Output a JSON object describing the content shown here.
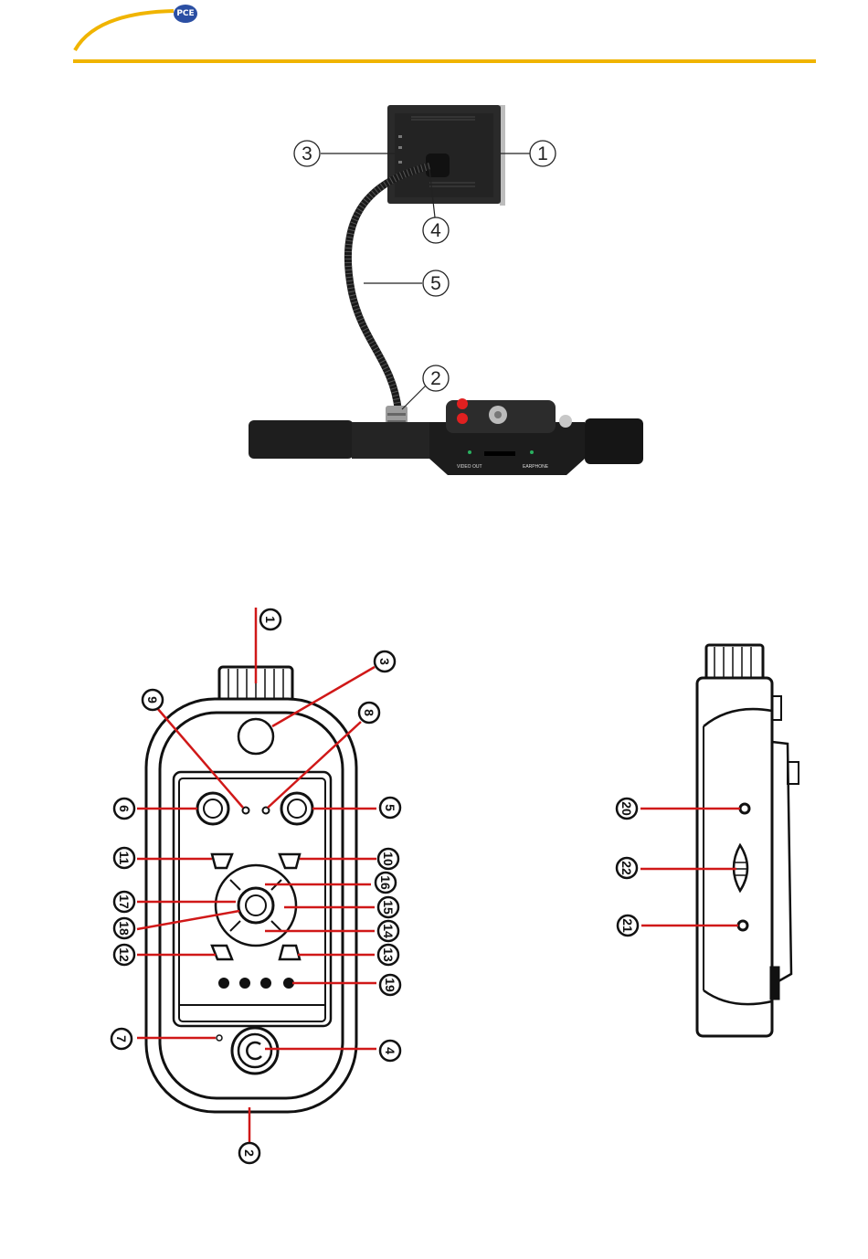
{
  "header": {
    "logo_text": "PCE",
    "accent_color": "#f0b400",
    "logo_color": "#2b4fa3"
  },
  "photo": {
    "callouts": [
      "1",
      "2",
      "3",
      "4",
      "5"
    ],
    "printed_labels": {
      "video_out": "VIDEO OUT",
      "earphone": "EARPHONE"
    }
  },
  "front_view": {
    "callouts": [
      "1",
      "2",
      "3",
      "4",
      "5",
      "6",
      "7",
      "8",
      "9",
      "10",
      "11",
      "12",
      "13",
      "14",
      "15",
      "16",
      "17",
      "18",
      "19"
    ]
  },
  "side_view": {
    "callouts": [
      "20",
      "21",
      "22"
    ]
  },
  "colors": {
    "leader_line": "#d01818"
  }
}
